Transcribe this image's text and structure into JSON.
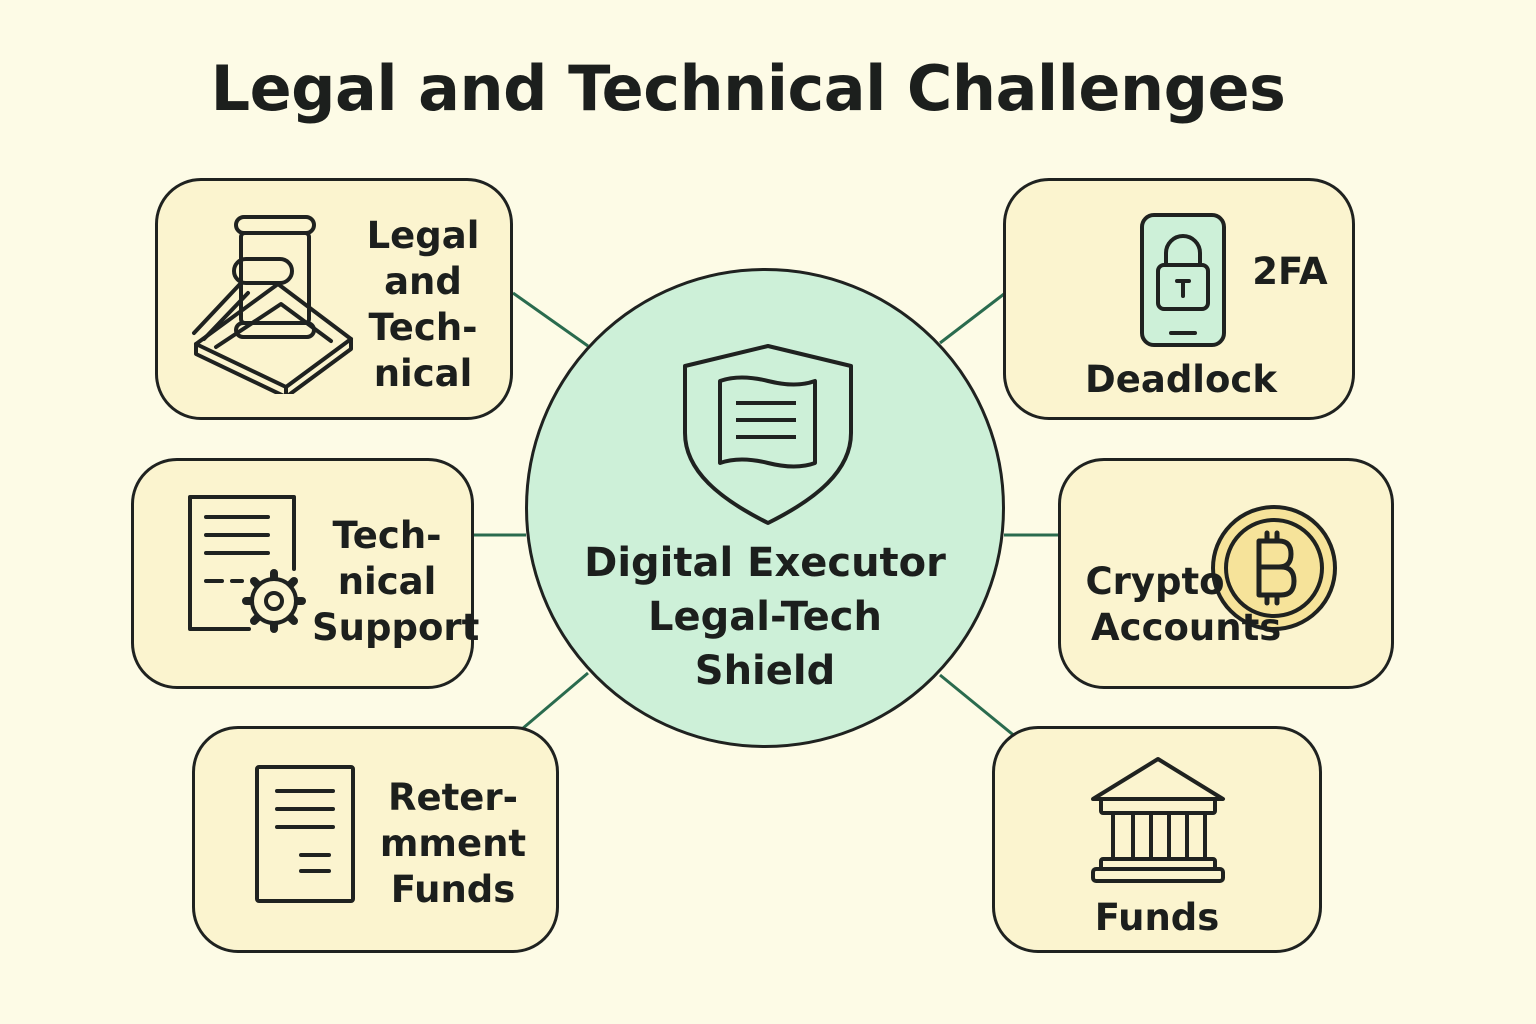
{
  "title": "Legal and Technical Challenges",
  "hub": {
    "lines": [
      "Digital Executor",
      "Legal-Tech",
      "Shield"
    ],
    "icon": "shield-document-icon"
  },
  "nodes": [
    {
      "id": "legal-and-technical",
      "lines": [
        "Legal",
        "and",
        "Tech-",
        "nical"
      ],
      "icon": "gavel-book-icon"
    },
    {
      "id": "technical-support",
      "lines": [
        "Tech-",
        "nical",
        "Support"
      ],
      "icon": "document-gear-icon"
    },
    {
      "id": "retirement-funds",
      "lines": [
        "Reter-",
        "mment",
        "Funds"
      ],
      "icon": "document-icon"
    },
    {
      "id": "2fa-deadlock",
      "lines": [
        "2FA",
        "Deadlock"
      ],
      "icon": "phone-lock-icon"
    },
    {
      "id": "crypto-accounts",
      "lines": [
        "Crypto",
        "Accounts"
      ],
      "icon": "bitcoin-coin-icon"
    },
    {
      "id": "funds",
      "lines": [
        "Funds"
      ],
      "icon": "bank-icon"
    }
  ],
  "colors": {
    "background": "#fdfbe6",
    "card": "#fbf4cf",
    "hub": "#cdf0d8",
    "connector": "#2a6b4e",
    "coin": "#f6e39a"
  }
}
